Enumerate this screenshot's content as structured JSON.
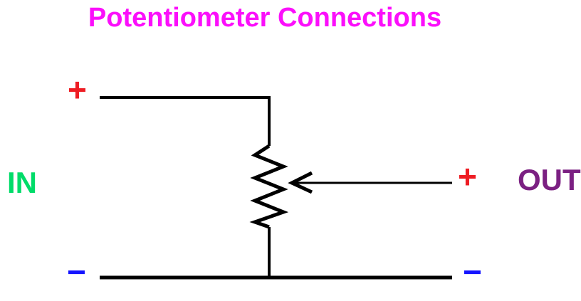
{
  "diagram": {
    "title": "Potentiometer Connections",
    "labels": {
      "input": "IN",
      "output": "OUT",
      "input_plus": "+",
      "output_plus": "+",
      "input_minus": "−",
      "output_minus": "−"
    },
    "colors": {
      "title": "#FB0FFB",
      "input_label": "#00DC69",
      "output_label": "#7B2082",
      "plus_terminal": "#EE1C23",
      "minus_terminal": "#1414FF",
      "wire": "#000000"
    },
    "components": {
      "resistor": "potentiometer-resistive-element",
      "wiper": "wiper-arrow"
    }
  }
}
